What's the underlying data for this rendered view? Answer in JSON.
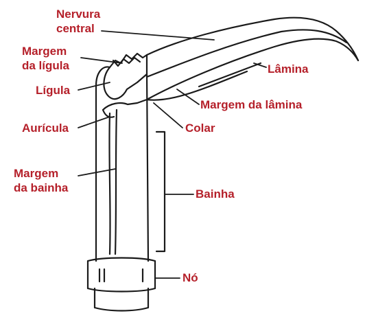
{
  "colors": {
    "label": "#b5202a",
    "line": "#1a1a1a"
  },
  "labels": {
    "nervura_central_1": "Nervura",
    "nervura_central_2": "central",
    "margem_ligula_1": "Margem",
    "margem_ligula_2": "da lígula",
    "ligula": "Lígula",
    "auricula": "Aurícula",
    "margem_bainha_1": "Margem",
    "margem_bainha_2": "da bainha",
    "lamina": "Lâmina",
    "margem_lamina": "Margem da lâmina",
    "colar": "Colar",
    "bainha": "Bainha",
    "no": "Nó"
  }
}
